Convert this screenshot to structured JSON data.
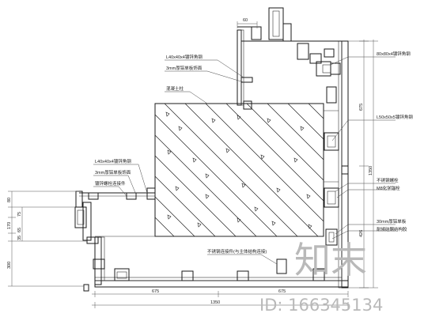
{
  "annotations": {
    "l40_top": "L40x40x4镀锌角钢",
    "plate_top": "3mm厚铝单板饰面",
    "concrete_label": "混凝土柱",
    "l40_left": "L40x40x4镀锌角钢",
    "plate_left": "3mm厚铝单板饰面",
    "bolt_left": "镀锌螺栓连接件",
    "angle_right": "80x80x4镀锌角钢",
    "l50_right": "L50x50x5镀锌角钢",
    "embed_right": "不锈钢螺栓",
    "anchor_right": "M8化学锚栓",
    "plate_right": "30mm厚铝单板",
    "seal_right": "耐候硅酮结构胶",
    "bottom_note": "不锈钢连接件(与主体结构连接)"
  },
  "dimensions": {
    "top_60": "60",
    "right_675": "675",
    "right_1350": "1350",
    "right_426": "426",
    "left_80": "80",
    "left_75": "75",
    "left_170": "170",
    "left_65": "65",
    "left_35": "35",
    "left_300": "300",
    "bottom_675a": "675",
    "bottom_675b": "675",
    "bottom_1350": "1350"
  },
  "watermark": {
    "logo_text": "知末",
    "id_text": "ID: 166345134"
  }
}
